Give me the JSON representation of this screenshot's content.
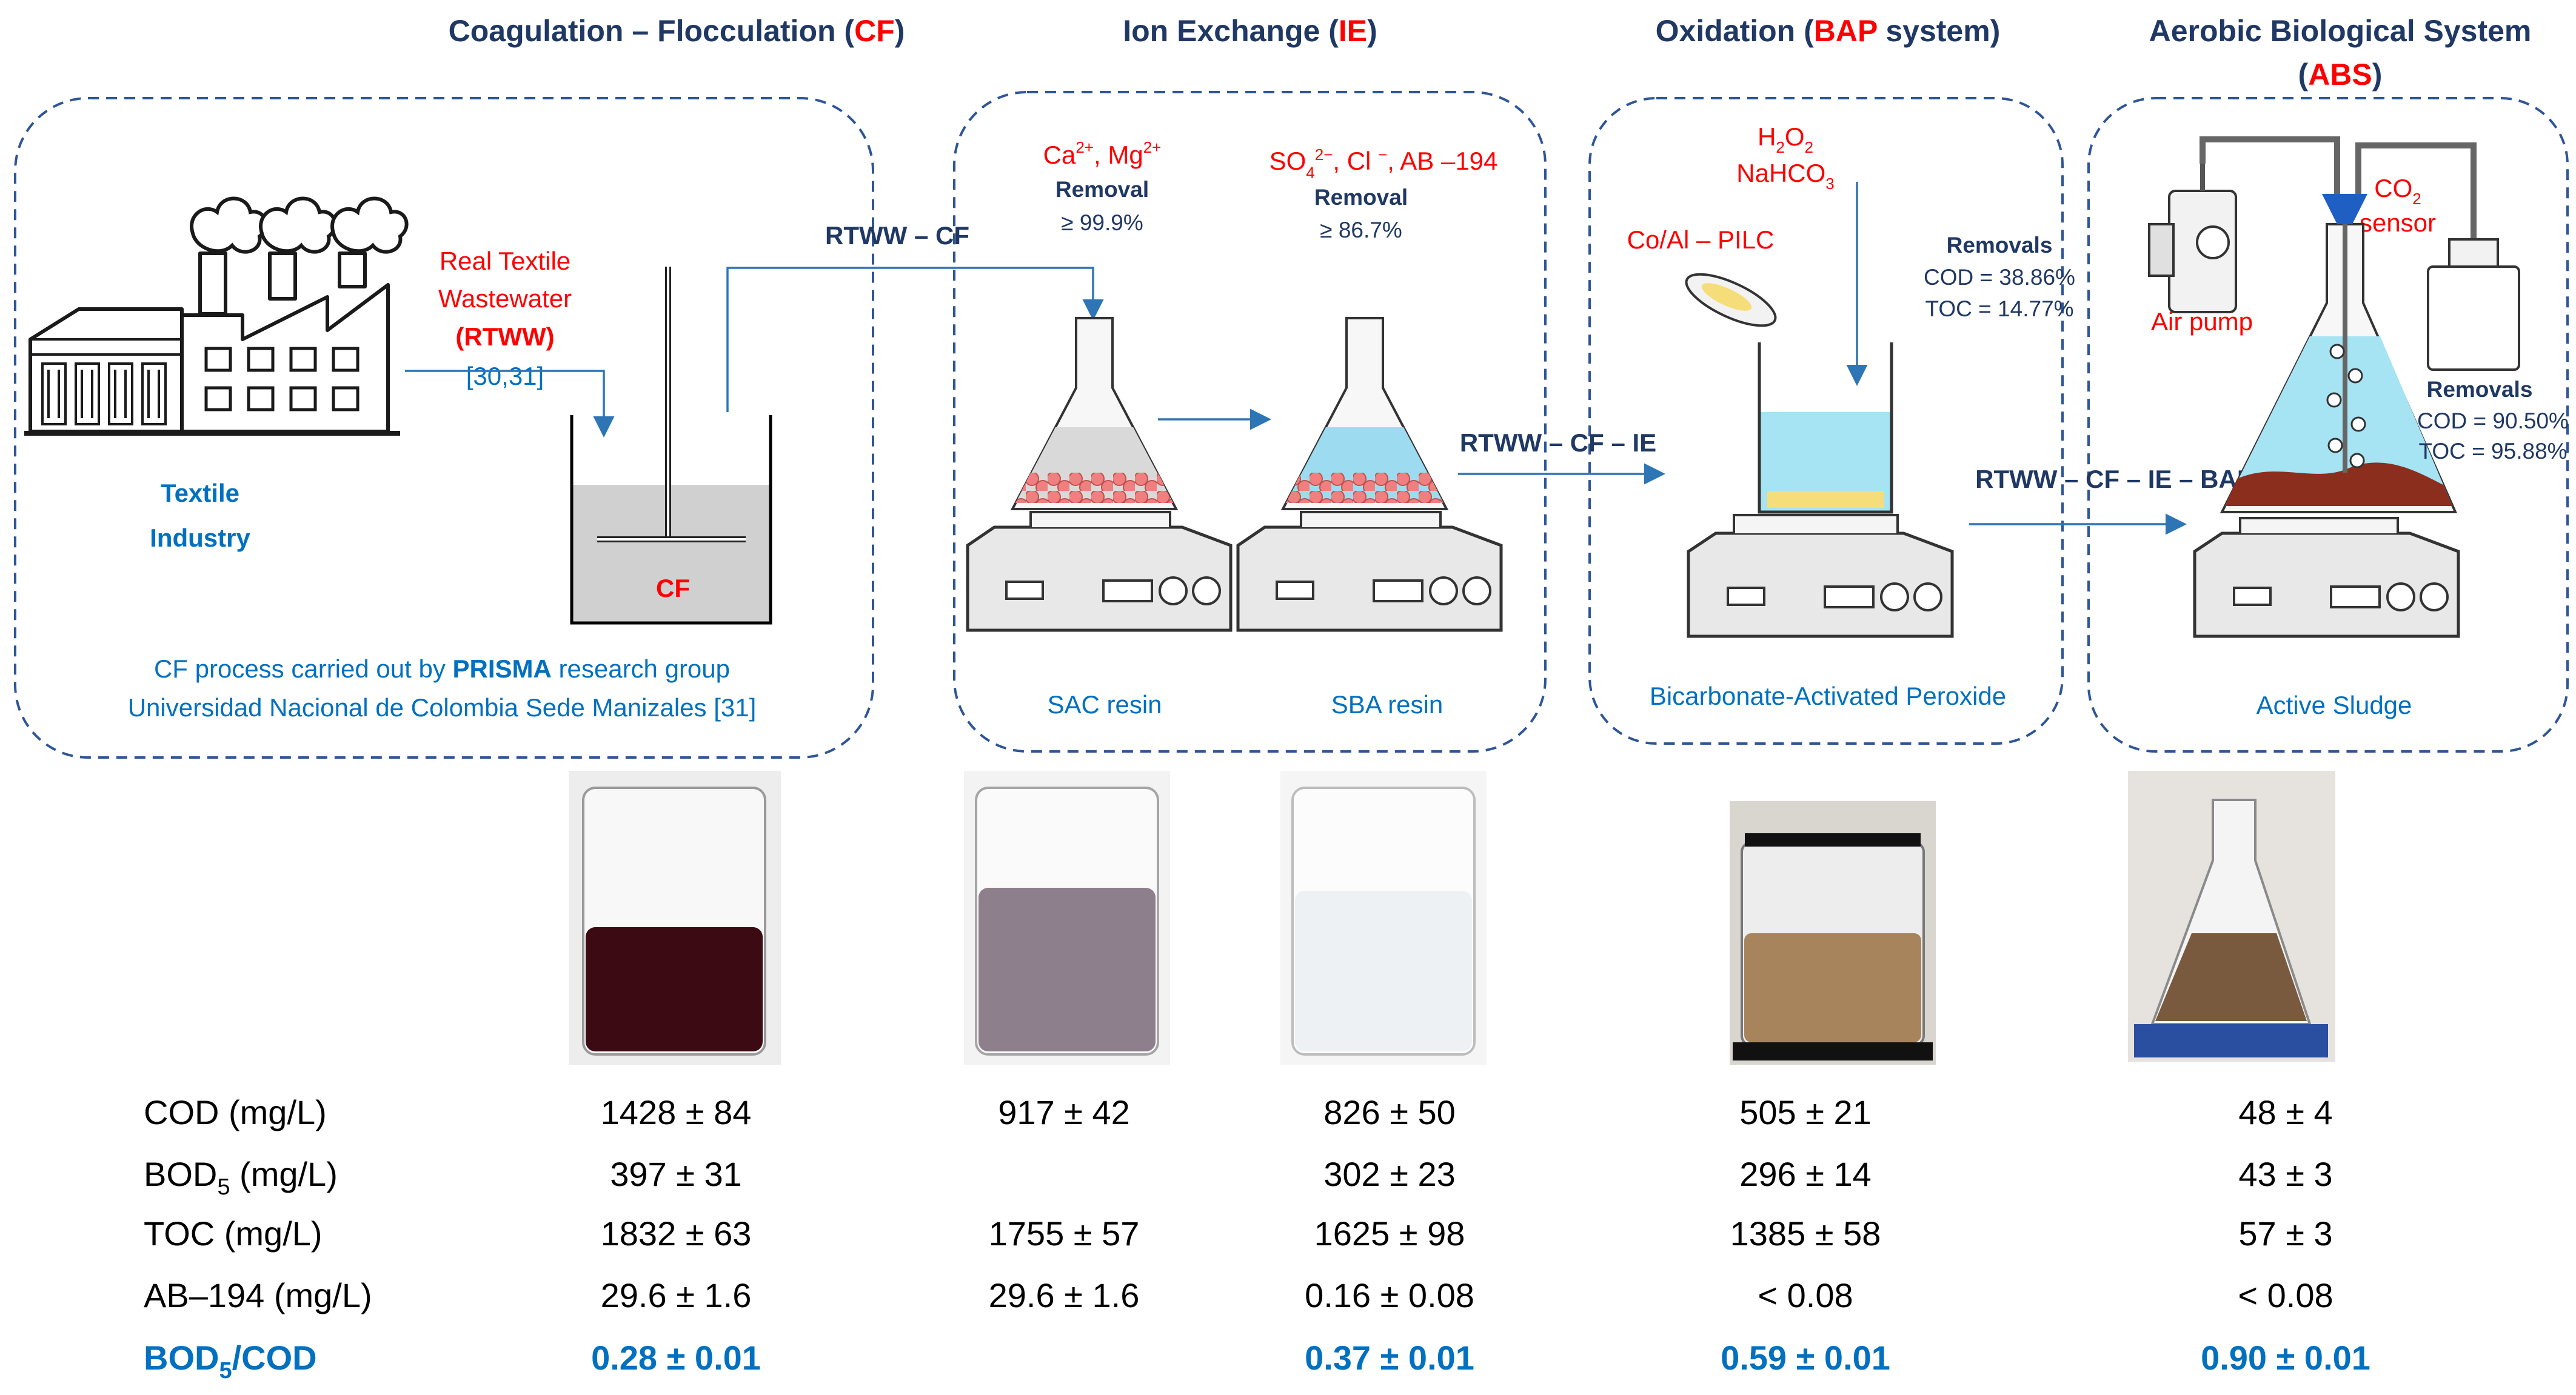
{
  "sections": {
    "cf": {
      "title_pre": "Coagulation – Flocculation (",
      "title_abbr": "CF",
      "title_post": ")"
    },
    "ie": {
      "title_pre": "Ion Exchange (",
      "title_abbr": "IE",
      "title_post": ")"
    },
    "bap": {
      "title_pre": "Oxidation (",
      "title_abbr": "BAP",
      "title_post": " system)"
    },
    "abs": {
      "title_line1": "Aerobic Biological System",
      "title_pre": "(",
      "title_abbr": "ABS",
      "title_post": ")"
    }
  },
  "cf_box": {
    "industry_line1": "Textile",
    "industry_line2": "Industry",
    "rtww_line1": "Real Textile",
    "rtww_line2": "Wastewater",
    "rtww_line3": "(RTWW)",
    "rtww_ref": "[30,31]",
    "tank_label": "CF",
    "note_line1_pre": "CF process carried out by ",
    "note_line1_bold": "PRISMA",
    "note_line1_post": " research group",
    "note_line2": "Universidad Nacional de Colombia Sede Manizales [31]"
  },
  "ie_box": {
    "stream_label": "RTWW – CF",
    "ions_left": "Ca2+, Mg2+",
    "ions_left_parts": [
      "Ca",
      "2+",
      ", Mg",
      "2+"
    ],
    "removal_left_label": "Removal",
    "removal_left_value": "≥ 99.9%",
    "ions_right_parts": [
      "SO",
      "4",
      "2−",
      ", Cl ",
      "−",
      ", AB –194"
    ],
    "removal_right_label": "Removal",
    "removal_right_value": "≥ 86.7%",
    "resin_left": "SAC resin",
    "resin_right": "SBA resin"
  },
  "bap_box": {
    "stream_label": "RTWW – CF – IE",
    "reagent1_parts": [
      "H",
      "2",
      "O",
      "2"
    ],
    "reagent2_parts": [
      "NaHCO",
      "3"
    ],
    "catalyst": "Co/Al – PILC",
    "removals_label": "Removals",
    "cod": "COD = 38.86%",
    "toc": "TOC = 14.77%",
    "caption": "Bicarbonate-Activated Peroxide"
  },
  "abs_box": {
    "stream_label": "RTWW – CF – IE – BAP",
    "co2_parts": [
      "CO",
      "2"
    ],
    "sensor": "sensor",
    "air_pump": "Air pump",
    "removals_label": "Removals",
    "cod": "COD = 90.50%",
    "toc": "TOC = 95.88%",
    "caption": "Active Sludge"
  },
  "table": {
    "row_labels": [
      {
        "main": "COD (mg/L)",
        "sub": "",
        "post": ""
      },
      {
        "main": "BOD",
        "sub": "5",
        "post": " (mg/L)"
      },
      {
        "main": "TOC (mg/L)",
        "sub": "",
        "post": ""
      },
      {
        "main": "AB–194 (mg/L)",
        "sub": "",
        "post": ""
      },
      {
        "main": "BOD",
        "sub": "5",
        "post": "/COD"
      }
    ],
    "columns": [
      [
        "1428 ± 84",
        "397 ± 31",
        "1832 ± 63",
        "29.6 ± 1.6",
        "0.28 ± 0.01"
      ],
      [
        "917 ± 42",
        "",
        "1755 ± 57",
        "29.6 ± 1.6",
        ""
      ],
      [
        "826 ± 50",
        "302 ± 23",
        "1625 ± 98",
        "0.16 ± 0.08",
        "0.37 ± 0.01"
      ],
      [
        "505 ± 21",
        "296 ± 14",
        "1385 ± 58",
        "< 0.08",
        "0.59 ± 0.01"
      ],
      [
        "48 ± 4",
        "43 ± 3",
        "57 ± 3",
        "< 0.08",
        "0.90 ± 0.01"
      ]
    ]
  },
  "colors": {
    "accent_red": "#FF0000",
    "accent_blue": "#0070C0",
    "navy": "#1F3864",
    "box_border": "#2E5597"
  }
}
